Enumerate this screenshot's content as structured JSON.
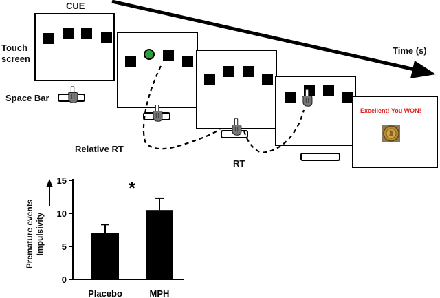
{
  "labels": {
    "cue": "CUE",
    "touch_screen_line1": "Touch",
    "touch_screen_line2": "screen",
    "space_bar": "Space Bar",
    "time": "Time (s)",
    "relative_rt": "Relative RT",
    "rt": "RT"
  },
  "feedback_screen": {
    "text": "Excellent! You WON!",
    "text_color": "#e0201c",
    "coin_icon": "coin-icon"
  },
  "colors": {
    "go_signal": "#2e9e3a",
    "square": "#000000"
  },
  "chart_data": {
    "type": "bar",
    "categories": [
      "Placebo",
      "MPH"
    ],
    "values": [
      7.0,
      10.5
    ],
    "error": [
      1.3,
      1.8
    ],
    "ylim": [
      0,
      15
    ],
    "yticks": [
      "0",
      "5",
      "10",
      "15"
    ],
    "ylabel_line1": "Premature events",
    "ylabel_line2": "Impulsivity",
    "significance": "*",
    "bar_color": "#000000"
  }
}
